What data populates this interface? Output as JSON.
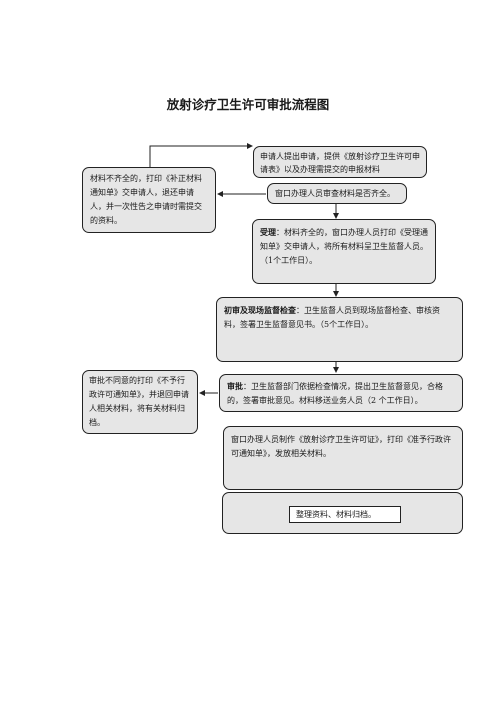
{
  "title": "放射诊疗卫生许可审批流程图",
  "steps": {
    "apply": "申请人提出申请，提供《放射诊疗卫生许可申请表》以及办理需提交的申报材料",
    "check": "窗口办理人员审查材料是否齐全。",
    "incomplete": "材料不齐全的，打印《补正材料通知单》交申请人，退还申请人，并一次性告之申请时需提交的资料。",
    "accept_label": "受理",
    "accept": "：材料齐全的，窗口办理人员打印《受理通知单》交申请人，将所有材料呈卫生监督人员。（1个工作日）。",
    "inspect_label": "初审及现场监督检查",
    "inspect": "：卫生监督人员到现场监督检查、审核资料，签署卫生监督意见书。（5个工作日）。",
    "approve_label": "审批",
    "approve": "：卫生监督部门依据检查情况，提出卫生监督意见，合格的，签署审批意见。材料移送业务人员（2 个工作日）。",
    "reject": "审批不同意的打印《不予行政许可通知单》，并退回申请人相关材料，将有关材料归档。",
    "issue": "窗口办理人员制作《放射诊疗卫生许可证》，打印《准予行政许可通知单》，发放相关材料。",
    "archive": "整理资料、材料归档。"
  }
}
